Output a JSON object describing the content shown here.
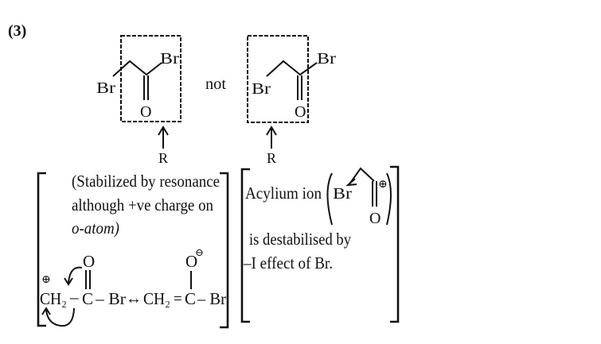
{
  "question_number": "(3)",
  "structures": {
    "left": {
      "br_left": "Br",
      "br_right": "Br",
      "oxygen": "O",
      "r_label": "R"
    },
    "connector": "not",
    "right": {
      "br_left": "Br",
      "br_right": "Br",
      "oxygen": "O",
      "r_label": "R"
    }
  },
  "left_note": {
    "lines": [
      "(Stabilized by resonance",
      "although +ve charge on",
      "o-atom)"
    ],
    "resonance": {
      "plus": "⊕",
      "form1": {
        "ch2": "CH₂",
        "bond": "–",
        "c": "C",
        "rest": "– Br",
        "o": "O"
      },
      "arrow": "↔",
      "form2": {
        "ch2": "CH₂",
        "eq": "=",
        "c": "C",
        "rest": "– Br",
        "o": "O",
        "minus": "⊖"
      }
    }
  },
  "right_note": {
    "acylium_label": "Acylium ion",
    "acylium_br": "Br",
    "acylium_o": "O",
    "acylium_plus": "⊕",
    "line2": "is destabilised by",
    "line3": "–I effect of Br."
  }
}
